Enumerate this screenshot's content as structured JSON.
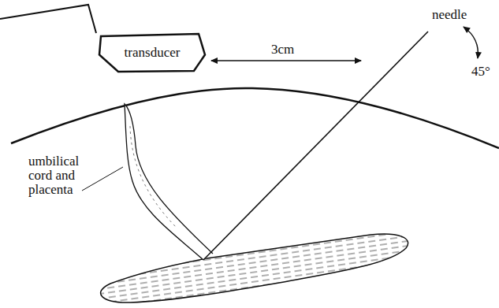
{
  "diagram": {
    "nodes": [
      {
        "text": [
          "transducer"
        ]
      }
    ],
    "labels": [
      "needle",
      "3cm",
      "45°",
      "umbilical cord and placenta"
    ]
  }
}
